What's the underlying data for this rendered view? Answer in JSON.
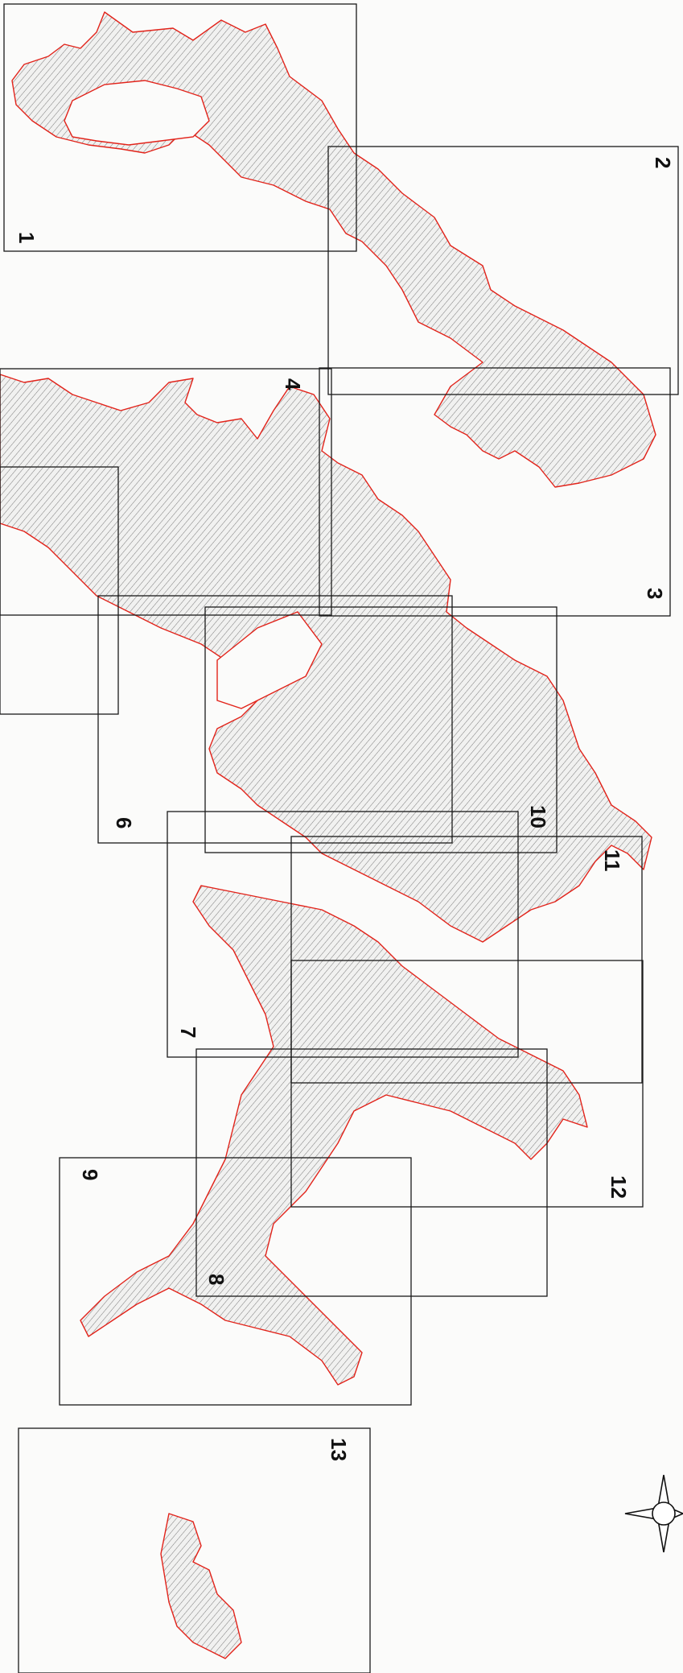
{
  "map": {
    "sheets": [
      {
        "number": "1"
      },
      {
        "number": "2"
      },
      {
        "number": "3"
      },
      {
        "number": "4"
      },
      {
        "number": "6"
      },
      {
        "number": "7"
      },
      {
        "number": "8"
      },
      {
        "number": "9"
      },
      {
        "number": "10"
      },
      {
        "number": "11"
      },
      {
        "number": "12"
      },
      {
        "number": "13"
      }
    ],
    "colors": {
      "boundary": "#e2231a",
      "hatch": "#7a7a7a",
      "sheet_frame": "#1a1a1a"
    },
    "compass_icon": "north-arrow-star"
  }
}
